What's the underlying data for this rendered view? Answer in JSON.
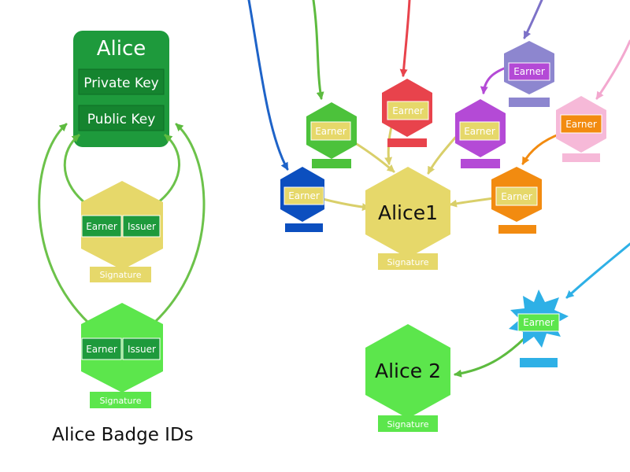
{
  "caption": "Alice Badge IDs",
  "identity": {
    "title": "Alice",
    "private_key": "Private Key",
    "public_key": "Public Key"
  },
  "badge_ids": [
    {
      "earner": "Earner",
      "issuer": "Issuer",
      "signature": "Signature",
      "color": "#e6d86a"
    },
    {
      "earner": "Earner",
      "issuer": "Issuer",
      "signature": "Signature",
      "color": "#5ce64c"
    }
  ],
  "hubs": [
    {
      "title": "Alice1",
      "signature": "Signature",
      "color": "#e6d86a"
    },
    {
      "title": "Alice 2",
      "signature": "Signature",
      "color": "#5ce64c"
    }
  ],
  "earner_badges": [
    {
      "label": "Earner",
      "color": "#2c8fe0"
    },
    {
      "label": "Earner",
      "color": "#4cc23b"
    },
    {
      "label": "Earner",
      "color": "#e8434c"
    },
    {
      "label": "Earner",
      "color": "#8d86cf"
    },
    {
      "label": "Earner",
      "color": "#b44ad6"
    },
    {
      "label": "Earner",
      "color": "#f6b9d8"
    },
    {
      "label": "Earner",
      "color": "#f28b10"
    },
    {
      "label": "Earner",
      "color": "#2eb0e6"
    }
  ],
  "colors": {
    "key_green": "#1e9a3c",
    "key_dark": "#15842f",
    "arrow_green": "#6cc24a",
    "arrow_yellow": "#d9cf6a"
  }
}
